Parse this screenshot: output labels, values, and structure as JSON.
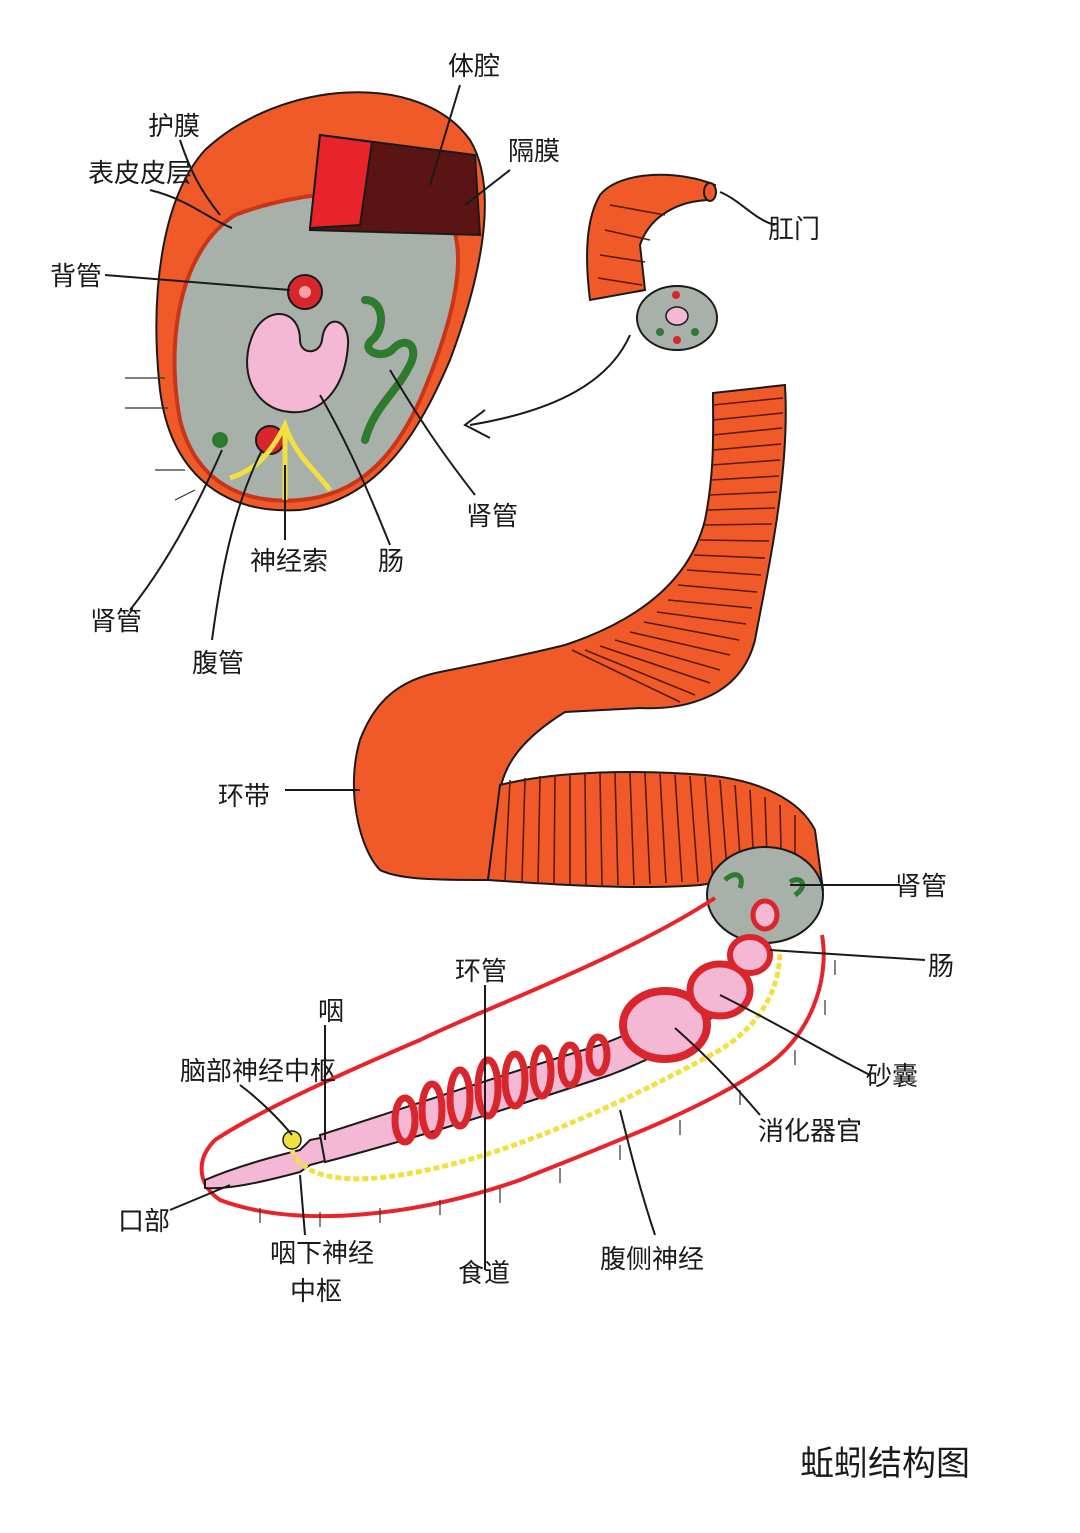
{
  "title": "蚯蚓结构图",
  "colors": {
    "body": "#f05a28",
    "body_dark": "#c8361a",
    "cavity": "#a8b0aa",
    "intestine": "#f4b8d4",
    "vessel": "#d8262c",
    "nephridium": "#2e7a2e",
    "nerve": "#f2e040",
    "septum": "#5a1414"
  },
  "cross_section_labels": {
    "body_cavity": "体腔",
    "membrane": "护膜",
    "epidermis": "表皮皮层",
    "septum": "隔膜",
    "dorsal_vessel": "背管",
    "nephridium_right": "肾管",
    "nerve_cord": "神经索",
    "intestine": "肠",
    "nephridium_left": "肾管",
    "ventral_vessel": "腹管",
    "anus": "肛门"
  },
  "body_labels": {
    "clitellum": "环带",
    "nephridium": "肾管",
    "intestine": "肠",
    "vessel": "环管",
    "pharynx": "咽",
    "brain_ganglion": "脑部神经中枢",
    "gizzard": "砂囊",
    "digestive_organ": "消化器官",
    "mouth": "口部",
    "subpharyngeal_line1": "咽下神经",
    "subpharyngeal_line2": "中枢",
    "esophagus": "食道",
    "ventral_nerve": "腹侧神经"
  }
}
